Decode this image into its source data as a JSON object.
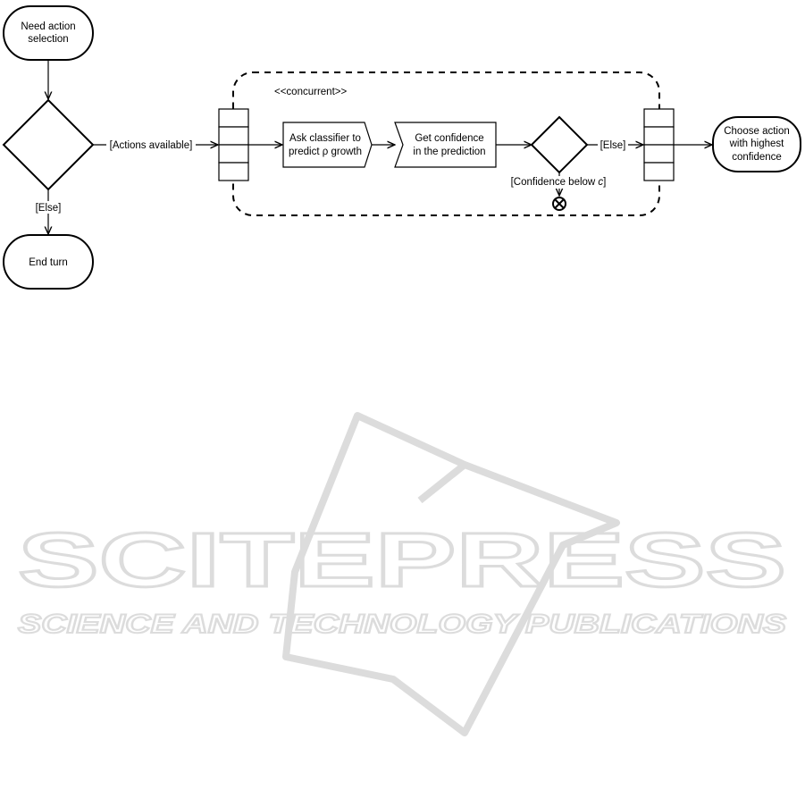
{
  "diagram": {
    "start_node": [
      "Need action",
      "selection"
    ],
    "guard_actions_available": "[Actions available]",
    "guard_else_left": "[Else]",
    "end_node": "End turn",
    "region_stereotype": "<<concurrent>>",
    "action_ask": [
      "Ask classifier to",
      "predict ρ growth"
    ],
    "action_confidence": [
      "Get confidence",
      "in the prediction"
    ],
    "guard_confidence_below": "[Confidence below ",
    "guard_confidence_var": "c",
    "guard_confidence_close": "]",
    "guard_else_right": "[Else]",
    "final_node": [
      "Choose action",
      "with highest",
      "confidence"
    ]
  },
  "watermark": {
    "brand": "SCITEPRESS",
    "tagline": "SCIENCE AND TECHNOLOGY PUBLICATIONS",
    "color": "#dcdcdc"
  }
}
